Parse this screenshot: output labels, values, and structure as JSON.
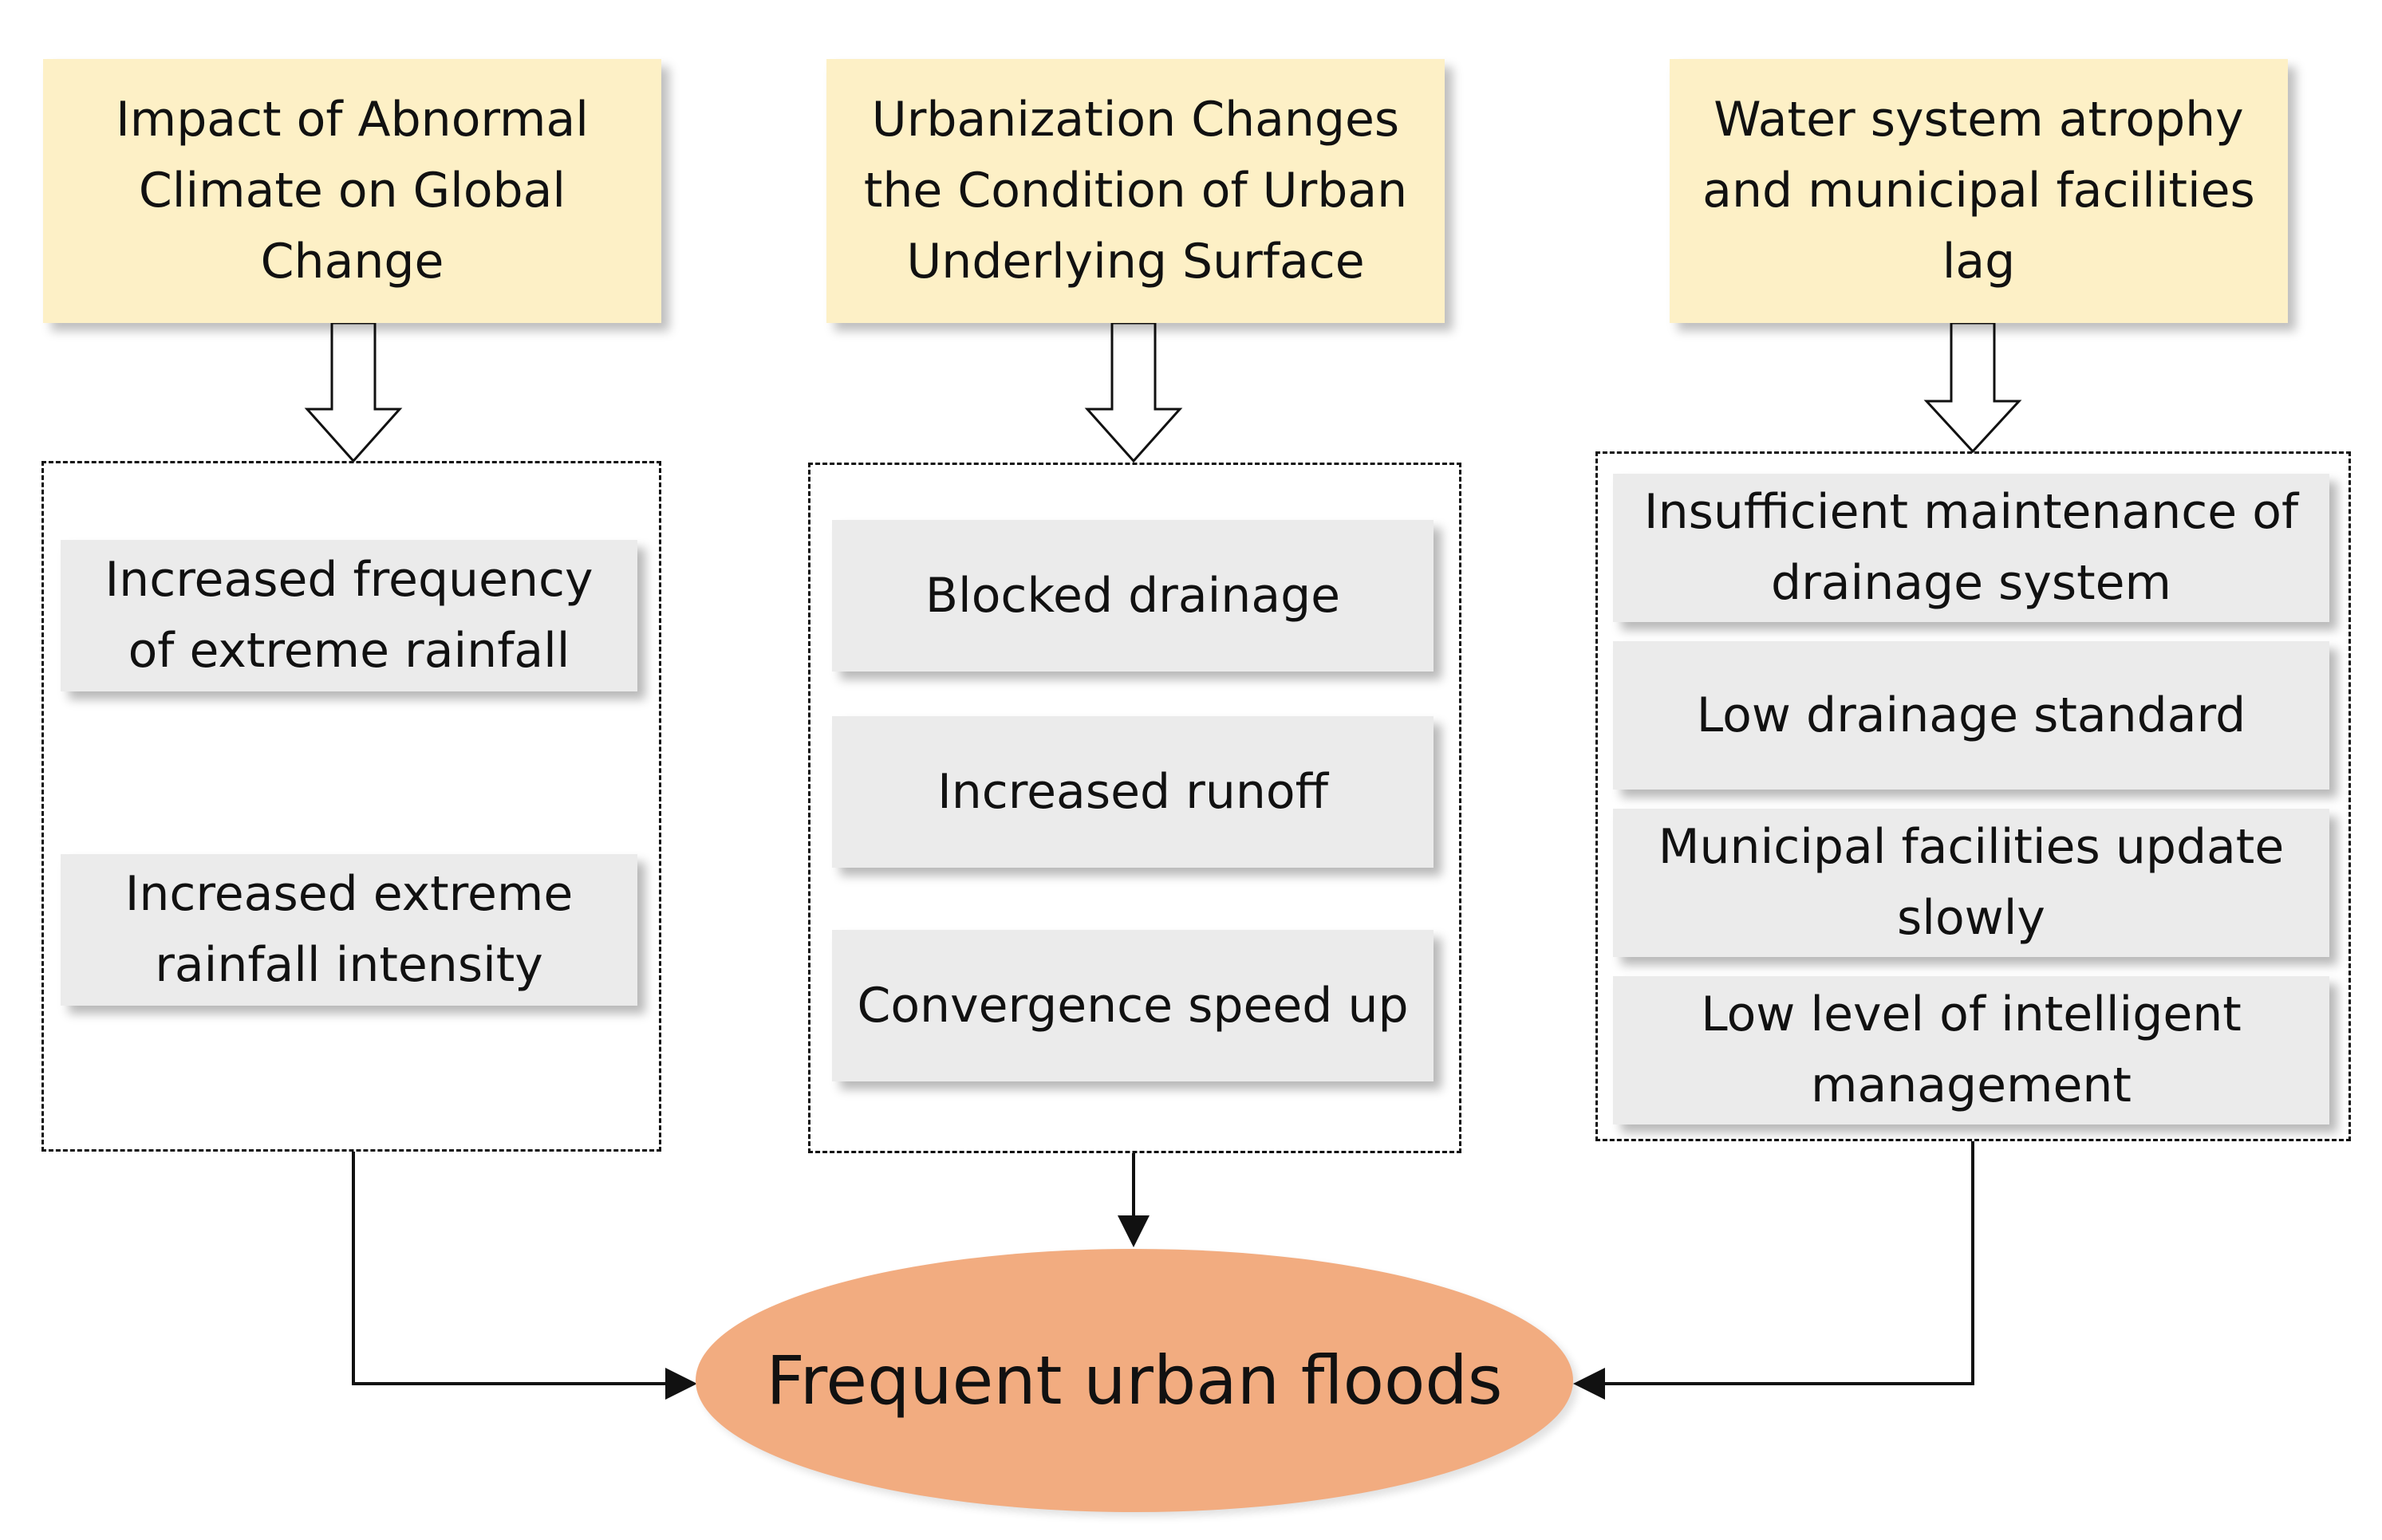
{
  "columns": [
    {
      "cause": "Impact of Abnormal Climate on Global Change",
      "factors": [
        "Increased frequency of extreme rainfall",
        "Increased extreme rainfall intensity"
      ]
    },
    {
      "cause": "Urbanization Changes the Condition of Urban Underlying Surface",
      "factors": [
        "Blocked drainage",
        "Increased runoff",
        "Convergence speed up"
      ]
    },
    {
      "cause": "Water system atrophy and municipal facilities lag",
      "factors": [
        "Insufficient maintenance of drainage system",
        "Low drainage standard",
        "Municipal facilities update slowly",
        "Low level of intelligent management"
      ]
    }
  ],
  "outcome": "Frequent urban floods",
  "colors": {
    "cause_fill": "#fdf0c6",
    "factor_fill": "#ebebeb",
    "outcome_fill": "#f2ac80"
  }
}
